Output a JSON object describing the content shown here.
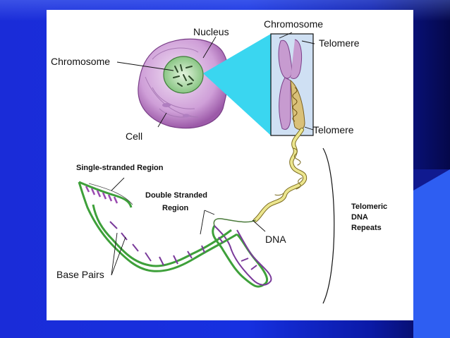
{
  "labels": {
    "nucleus": "Nucleus",
    "chromosome_top": "Chromosome",
    "chromosome_left": "Chromosome",
    "telomere_top": "Telomere",
    "telomere_bottom": "Telomere",
    "cell": "Cell",
    "single_stranded": "Single-stranded Region",
    "double_stranded_line1": "Double Stranded",
    "double_stranded_line2": "Region",
    "dna": "DNA",
    "base_pairs": "Base Pairs",
    "telomeric_line1": "Telomeric",
    "telomeric_line2": "DNA",
    "telomeric_line3": "Repeats"
  },
  "colors": {
    "background_blue": "#1630e0",
    "cell_purple": "#c79bd0",
    "nucleus_green": "#a8d8a0",
    "chromosome_panel": "#cfe0f3",
    "zoom_cyan": "#3ad6f0",
    "dna_green": "#3ea03a",
    "dna_purple": "#7a3a9a",
    "coil_yellow": "#e8e28a"
  }
}
